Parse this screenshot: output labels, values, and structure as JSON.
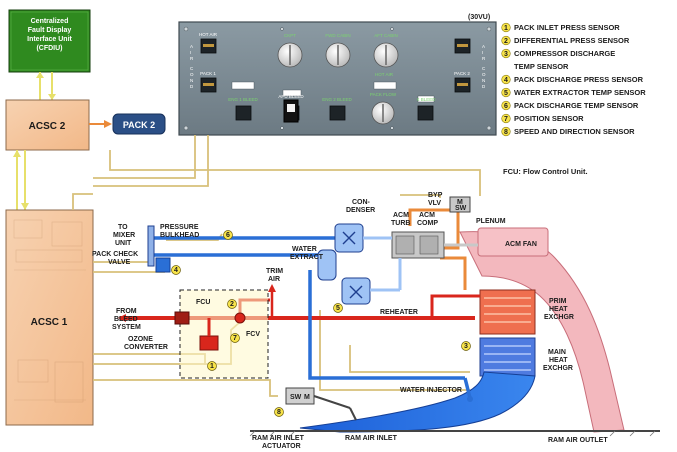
{
  "cfdiu": {
    "title_lines": [
      "Centralized",
      "Fault Display",
      "Interface Unit",
      "(CFDIU)"
    ]
  },
  "acsc2": {
    "label": "ACSC 2"
  },
  "acsc1": {
    "label": "ACSC 1"
  },
  "pack2": {
    "label": "PACK 2"
  },
  "panel": {
    "id": "(30VU)",
    "side_left": [
      "A",
      "I",
      "R",
      "",
      "C",
      "O",
      "N",
      "D"
    ],
    "side_right": [
      "A",
      "I",
      "R",
      "",
      "C",
      "O",
      "N",
      "D"
    ],
    "knob_labels": [
      "CKPT",
      "FWD CABIN",
      "AFT CABIN",
      "HOT AIR"
    ],
    "button_labels": [
      "PACK 1",
      "PACK 2",
      "ENG 1 BLEED",
      "APU BLEED",
      "ENG 2 BLEED",
      "X BLEED",
      "HOT AIR",
      "PACK FLOW"
    ]
  },
  "legend": [
    {
      "n": "1",
      "text": "PACK INLET PRESS SENSOR"
    },
    {
      "n": "2",
      "text": "DIFFERENTIAL PRESS SENSOR"
    },
    {
      "n": "3",
      "text": "COMPRESSOR DISCHARGE"
    },
    {
      "n": "",
      "text": "TEMP SENSOR"
    },
    {
      "n": "4",
      "text": "PACK DISCHARGE PRESS SENSOR"
    },
    {
      "n": "5",
      "text": "WATER EXTRACTOR TEMP SENSOR"
    },
    {
      "n": "6",
      "text": "PACK DISCHARGE TEMP SENSOR"
    },
    {
      "n": "7",
      "text": "POSITION SENSOR"
    },
    {
      "n": "8",
      "text": "SPEED AND DIRECTION SENSOR"
    }
  ],
  "fcu_note": "FCU: Flow Control Unit.",
  "labels": {
    "to_mixer": [
      "TO",
      "MIXER",
      "UNIT"
    ],
    "pressure_bulkhead": [
      "PRESSURE",
      "BULKHEAD"
    ],
    "pack_check_valve": [
      "PACK CHECK",
      "VALVE"
    ],
    "condenser": [
      "CON-",
      "DENSER"
    ],
    "acm_turb": [
      "ACM",
      "TURB"
    ],
    "acm_comp": [
      "ACM",
      "COMP"
    ],
    "byp_vlv": [
      "BYP",
      "VLV"
    ],
    "plenum": "PLENUM",
    "acm_fan": "ACM FAN",
    "water_extract": [
      "WATER",
      "EXTRACT"
    ],
    "trim_air": [
      "TRIM",
      "AIR"
    ],
    "from_bleed": [
      "FROM",
      "BLEED",
      "SYSTEM"
    ],
    "fcu": "FCU",
    "fcv": "FCV",
    "reheater": "REHEATER",
    "ozone": [
      "OZONE",
      "CONVERTER"
    ],
    "prim_hx": [
      "PRIM",
      "HEAT",
      "EXCHGR"
    ],
    "main_hx": [
      "MAIN",
      "HEAT",
      "EXCHGR"
    ],
    "water_injector": "WATER INJECTOR",
    "ram_inlet_act": [
      "RAM AIR INLET",
      "ACTUATOR"
    ],
    "ram_inlet": "RAM AIR INLET",
    "ram_outlet": "RAM AIR OUTLET",
    "sw": "SW",
    "m": "M"
  },
  "colors": {
    "acsc_fill": "#f6c9a2",
    "cfdiu_fill": "#2f8a1f",
    "panel_fill": "#7d8d96",
    "hot": "#d9261c",
    "cold": "#2a6fd6",
    "warm": "#ea8a3a",
    "ram": "#f2b6bc",
    "wire": "#d8c07a"
  }
}
